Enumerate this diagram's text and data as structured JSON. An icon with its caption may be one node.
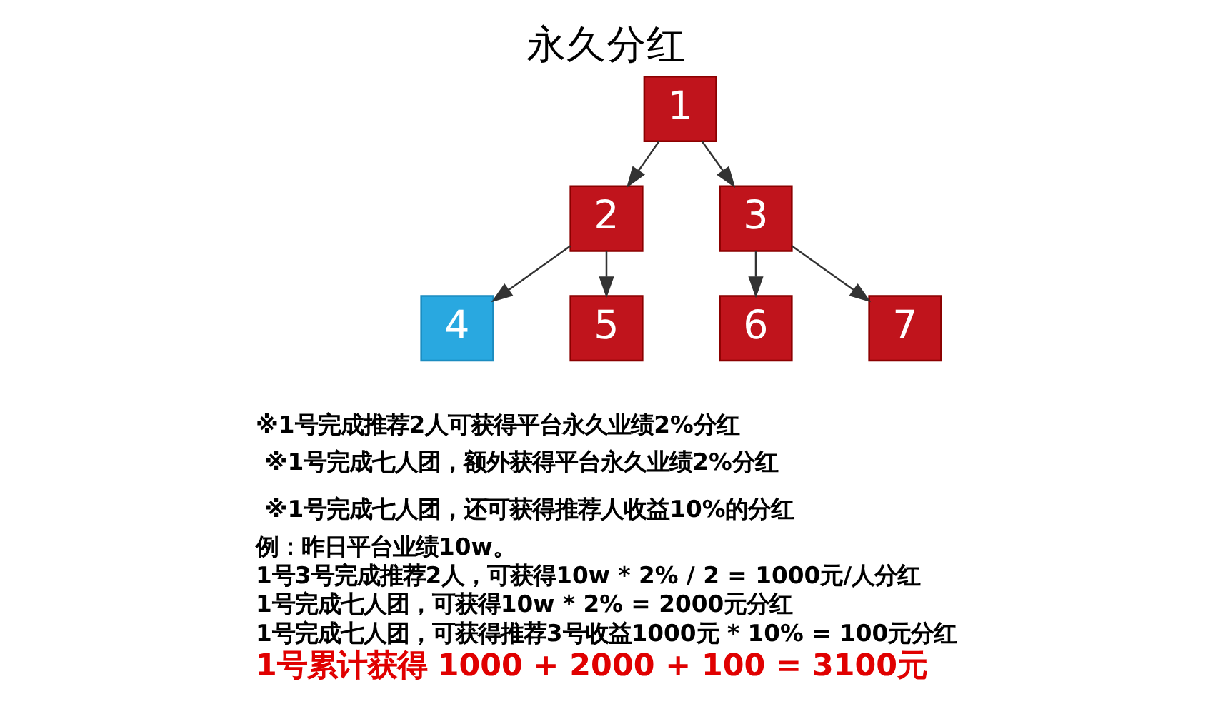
{
  "diagram": {
    "title": "永久分红",
    "nodes": [
      {
        "text": [
          "1"
        ]
      },
      {
        "text": [
          "2"
        ]
      },
      {
        "text": [
          "3"
        ]
      },
      {
        "text": [
          "4"
        ]
      },
      {
        "text": [
          "5"
        ]
      },
      {
        "text": [
          "6"
        ]
      },
      {
        "text": [
          "7"
        ]
      }
    ],
    "edges": [
      {
        "from": 0,
        "to": 1,
        "arrow": "to"
      },
      {
        "from": 0,
        "to": 2,
        "arrow": "to"
      },
      {
        "from": 1,
        "to": 3,
        "arrow": "to"
      },
      {
        "from": 1,
        "to": 4,
        "arrow": "to"
      },
      {
        "from": 2,
        "to": 5,
        "arrow": "to"
      },
      {
        "from": 2,
        "to": 6,
        "arrow": "to"
      }
    ],
    "labels": [
      "※1号完成推荐2人可获得平台永久业绩2%分红",
      "※1号完成七人团，额外获得平台永久业绩2%分红",
      "※1号完成七人团，还可获得推荐人收益10%的分红",
      "例：昨日平台业绩10w。",
      "1号3号完成推荐2人，可获得10w * 2% / 2 = 1000元/人分红",
      "1号完成七人团，可获得10w * 2% = 2000元分红",
      "1号完成七人团，可获得推荐3号收益1000元 * 10% = 100元分红",
      "1号累计获得 1000 + 2000 + 100 = 3100元"
    ]
  }
}
